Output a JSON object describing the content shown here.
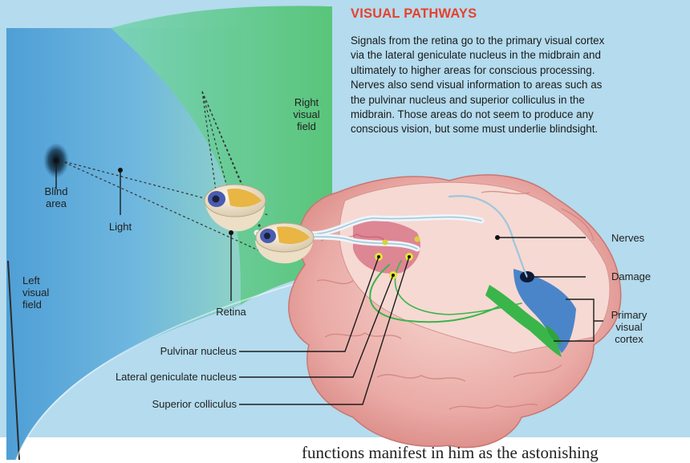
{
  "diagram": {
    "title": "VISUAL PATHWAYS",
    "description_lines": [
      "Signals from the retina go to the primary visual cortex",
      "via the lateral geniculate nucleus in the midbrain and",
      "ultimately to higher areas for conscious processing.",
      "Nerves also send visual information to areas such as",
      "the pulvinar nucleus and superior colliculus in the",
      "midbrain. Those areas do not seem to produce any",
      "conscious vision, but some must underlie blindsight."
    ],
    "labels": {
      "right_field": [
        "Right",
        "visual",
        "field"
      ],
      "left_field": [
        "Left",
        "visual",
        "field"
      ],
      "blind_area": [
        "Blind",
        "area"
      ],
      "light": "Light",
      "retina": "Retina",
      "nerves": "Nerves",
      "damage": "Damage",
      "primary_cortex": [
        "Primary",
        "visual",
        "cortex"
      ],
      "pulvinar": "Pulvinar nucleus",
      "lateral_geniculate": "Lateral geniculate nucleus",
      "superior_colliculus": "Superior colliculus"
    },
    "colors": {
      "title": "#e8412b",
      "sky": "#b4dbee",
      "left_field": "#5ba8d8",
      "right_field": "#5ec878",
      "brain": "#e9a7a2",
      "cortex_blue": "#4b85c9",
      "cortex_green": "#3ab54a"
    }
  },
  "page_text": {
    "bottom_fragment": "functions manifest in him as the astonishing"
  }
}
